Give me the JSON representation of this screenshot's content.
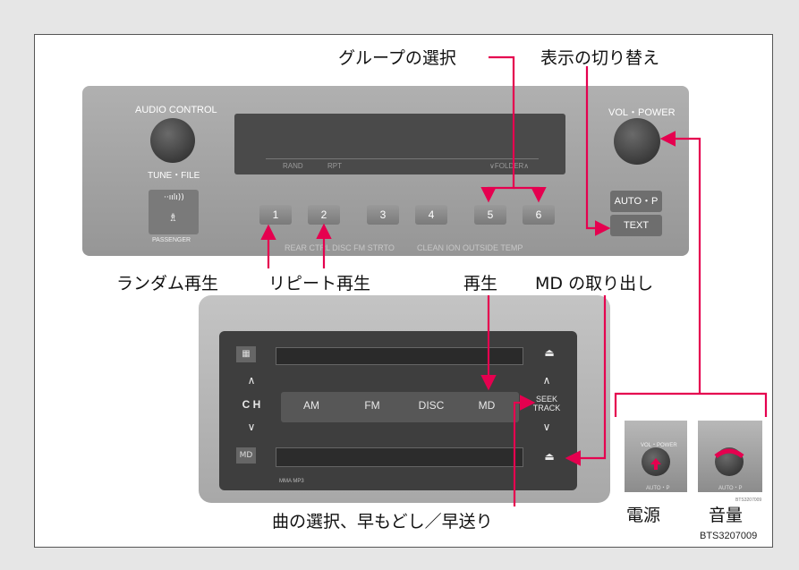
{
  "top_unit": {
    "audio_control": "AUDIO CONTROL",
    "tune_file": "TUNE・FILE",
    "vol_power": "VOL・POWER",
    "passenger": "PASSENGER",
    "display": {
      "rand": "RAND",
      "rpt": "RPT",
      "folder": "∨FOLDER∧"
    },
    "presets": [
      "1",
      "2",
      "3",
      "4",
      "5",
      "6"
    ],
    "auto_p": "AUTO・P",
    "text_btn": "TEXT",
    "strip_left": "REAR  CTRL  DISC  FM  STRTO",
    "strip_right": "CLEAN  ION  OUTSIDE TEMP"
  },
  "bottom_unit": {
    "buttons": [
      "AM",
      "FM",
      "DISC",
      "MD"
    ],
    "ch": "C H",
    "seek_track": "SEEK\nTRACK",
    "small_text": "MMA  MP3"
  },
  "callouts": {
    "group_select": "グループの選択",
    "display_switch": "表示の切り替え",
    "random": "ランダム再生",
    "repeat": "リピート再生",
    "play": "再生",
    "md_eject": "MD の取り出し",
    "track_select": "曲の選択、早もどし／早送り",
    "power": "電源",
    "volume": "音量"
  },
  "inset_small": {
    "vol_power": "VOL・POWER",
    "auto_p": "AUTO・P",
    "code": "BTS3207009"
  },
  "figure_id": "BTS3207009",
  "colors": {
    "arrow": "#e5004f"
  }
}
